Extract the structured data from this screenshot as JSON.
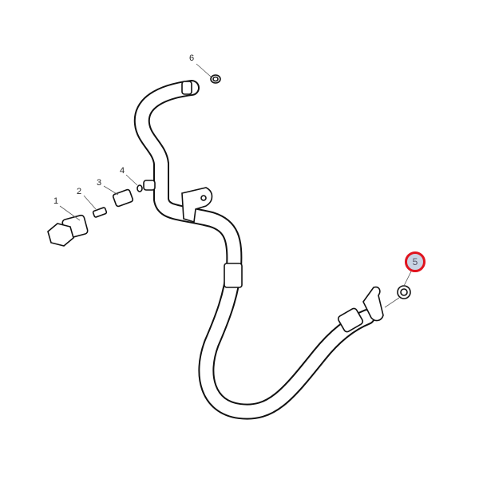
{
  "diagram": {
    "callouts": [
      {
        "id": "1",
        "label": "1"
      },
      {
        "id": "2",
        "label": "2"
      },
      {
        "id": "3",
        "label": "3"
      },
      {
        "id": "4",
        "label": "4"
      },
      {
        "id": "5",
        "label": "5",
        "highlighted": true
      },
      {
        "id": "6",
        "label": "6"
      }
    ],
    "highlight_color": "#e0141e"
  }
}
